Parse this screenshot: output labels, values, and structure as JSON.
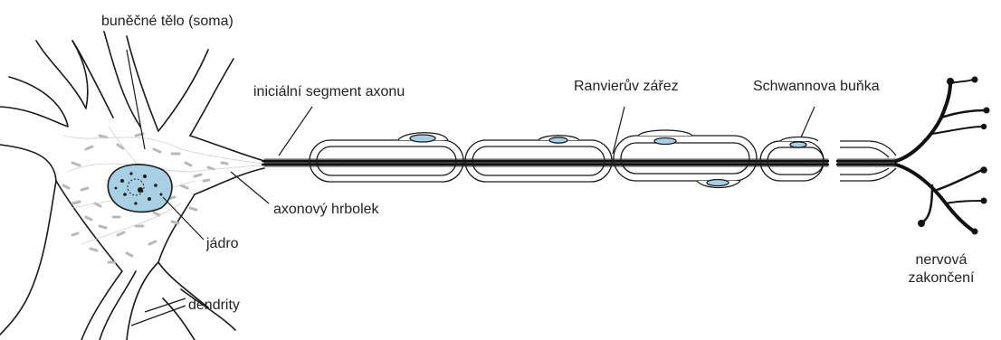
{
  "labels": {
    "soma": "buněčné tělo (soma)",
    "initial_segment": "iniciální segment axonu",
    "ranvier_node": "Ranvierův  zářez",
    "schwann_cell": "Schwannova buňka",
    "axon_hillock": "axonový  hrbolek",
    "nucleus": "jádro",
    "dendrites": "dendrity",
    "nerve_endings": "nervová zakončení"
  },
  "colors": {
    "outline": "#1a1a1a",
    "nucleus_fill": "#a9cfe4",
    "cytoplasm_granules": "#b9b9b9",
    "axon": "#111111"
  }
}
